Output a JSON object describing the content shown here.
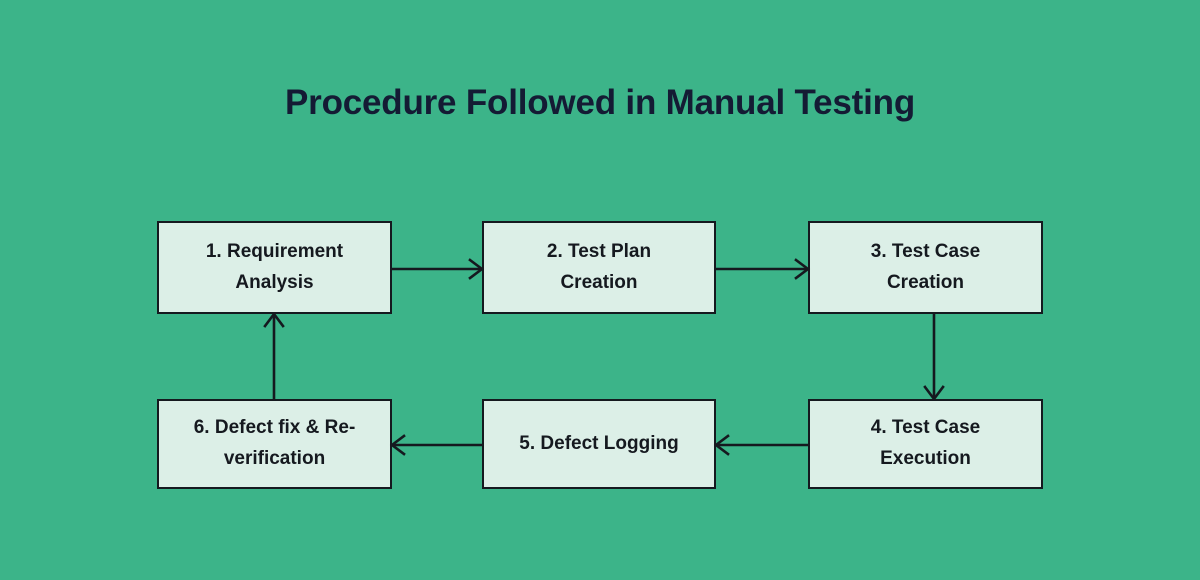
{
  "page": {
    "title": "Procedure Followed in Manual Testing",
    "background_color": "#3cb489",
    "node_fill_color": "#dcefe7",
    "node_border_color": "#15191f",
    "text_color": "#15191f",
    "title_color": "#141b34"
  },
  "diagram": {
    "type": "flowchart",
    "layout": "two-row cycle, left-to-right on top, right-to-left on bottom",
    "nodes": [
      {
        "id": "1",
        "label": "1. Requirement Analysis",
        "line1": "1. Requirement",
        "line2": "Analysis"
      },
      {
        "id": "2",
        "label": "2. Test Plan Creation",
        "line1": "2. Test Plan",
        "line2": "Creation"
      },
      {
        "id": "3",
        "label": "3. Test Case Creation",
        "line1": "3. Test Case",
        "line2": "Creation"
      },
      {
        "id": "4",
        "label": "4. Test Case Execution",
        "line1": "4. Test Case",
        "line2": "Execution"
      },
      {
        "id": "5",
        "label": "5. Defect Logging",
        "line1": "5. Defect Logging",
        "line2": ""
      },
      {
        "id": "6",
        "label": "6. Defect fix & Re-verification",
        "line1": "6. Defect fix & Re-",
        "line2": "verification"
      }
    ],
    "edges": [
      {
        "from": "1",
        "to": "2",
        "direction": "right",
        "label": ""
      },
      {
        "from": "2",
        "to": "3",
        "direction": "right",
        "label": ""
      },
      {
        "from": "3",
        "to": "4",
        "direction": "down",
        "label": ""
      },
      {
        "from": "4",
        "to": "5",
        "direction": "left",
        "label": ""
      },
      {
        "from": "5",
        "to": "6",
        "direction": "left",
        "label": ""
      },
      {
        "from": "6",
        "to": "1",
        "direction": "up",
        "label": ""
      }
    ]
  }
}
